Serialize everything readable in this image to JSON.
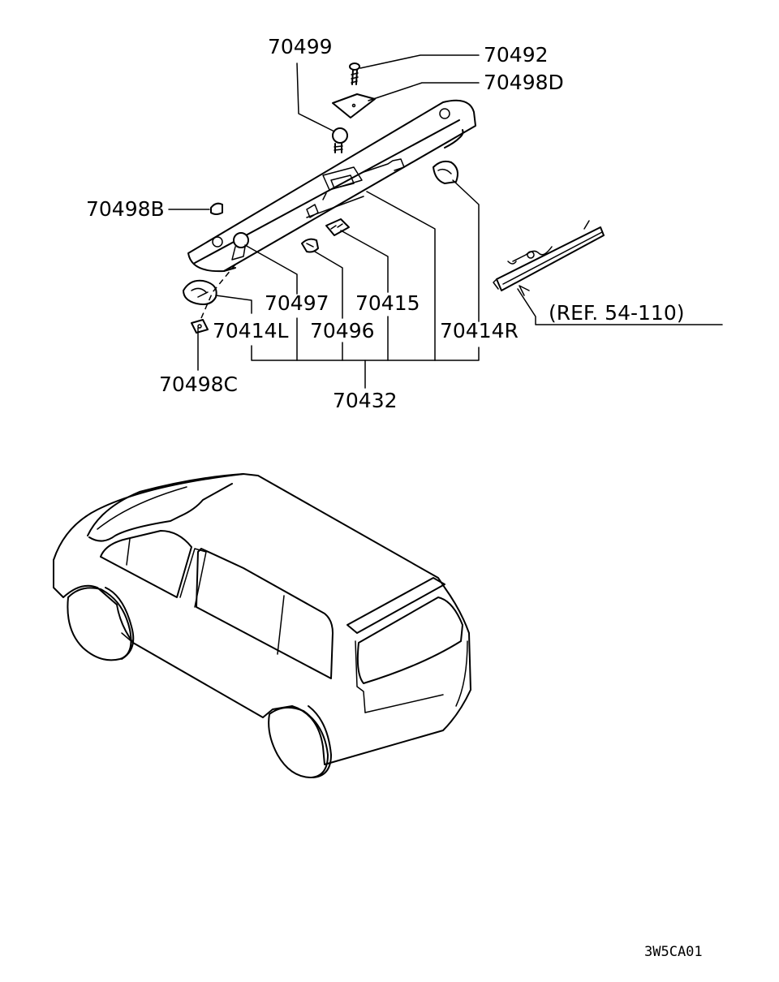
{
  "parts": {
    "p70499": "70499",
    "p70492": "70492",
    "p70498D": "70498D",
    "p70498B": "70498B",
    "p70497": "70497",
    "p70415": "70415",
    "p70414L": "70414L",
    "p70496": "70496",
    "p70414R": "70414R",
    "p70498C": "70498C",
    "p70432": "70432"
  },
  "reference": "(REF. 54-110)",
  "drawing_code": "3W5CA01"
}
